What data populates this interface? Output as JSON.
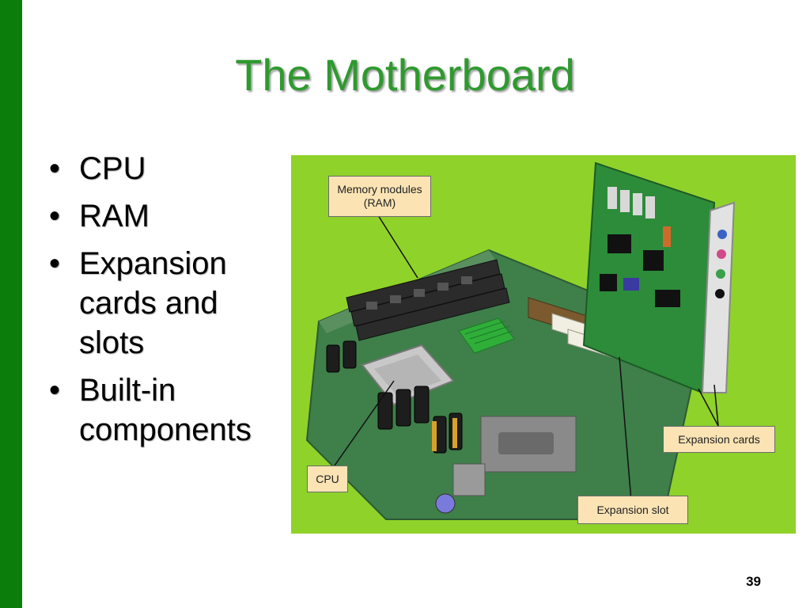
{
  "slide": {
    "title": "The Motherboard",
    "bullets": [
      "CPU",
      "RAM",
      "Expansion cards and slots",
      "Built-in components"
    ],
    "page_number": "39"
  },
  "figure": {
    "callouts": {
      "memory": "Memory modules (RAM)",
      "cpu": "CPU",
      "expansion_cards": "Expansion cards",
      "expansion_slot": "Expansion slot"
    }
  },
  "colors": {
    "accent_bar": "#0a7d0a",
    "title": "#2e9a2e",
    "figure_background": "#8fd22a",
    "callout_fill": "#fbe3b4"
  }
}
